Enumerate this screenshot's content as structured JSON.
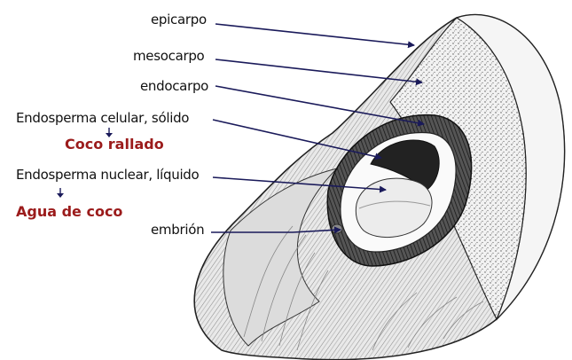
{
  "labels": {
    "epicarpo": "epicarpo",
    "mesocarpo": "mesocarpo",
    "endocarpo": "endocarpo",
    "endosperma_celular": "Endosperma celular, sólido",
    "endosperma_nuclear": "Endosperma nuclear, líquido",
    "embrion": "embrión"
  },
  "products": {
    "coco_rallado": "Coco rallado",
    "agua_de_coco": "Agua de coco"
  },
  "colors": {
    "label_text": "#111111",
    "product_text": "#9b1b1b",
    "arrow": "#1a1a5a"
  }
}
